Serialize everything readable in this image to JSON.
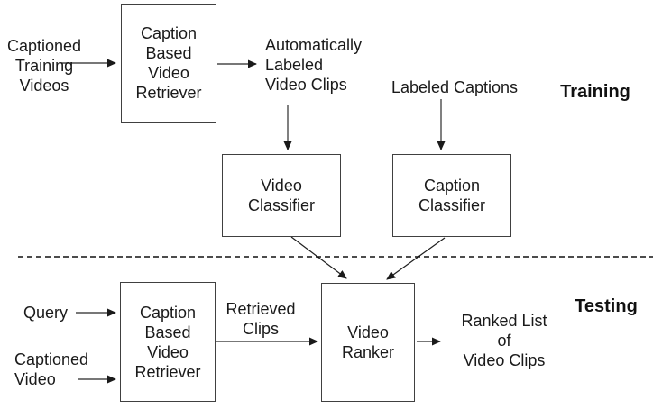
{
  "diagram": {
    "background_color": "#ffffff",
    "line_color": "#3f3f3f",
    "text_color": "#1a1a1a",
    "separator_style": "dashed",
    "sections": {
      "training_label": "Training",
      "testing_label": "Testing"
    },
    "boxes": {
      "retriever_training": "Caption\nBased\nVideo\nRetriever",
      "video_classifier": "Video\nClassifier",
      "caption_classifier": "Caption\nClassifier",
      "retriever_testing": "Caption\nBased\nVideo\nRetriever",
      "video_ranker": "Video\nRanker"
    },
    "labels": {
      "captioned_training_videos": "Captioned\nTraining\nVideos",
      "automatically_labeled_video_clips": "Automatically\nLabeled\nVideo Clips",
      "labeled_captions": "Labeled Captions",
      "query": "Query",
      "captioned_video": "Captioned\nVideo",
      "retrieved_clips": "Retrieved\nClips",
      "ranked_list_of_video_clips": "Ranked List\nof\nVideo Clips"
    }
  }
}
